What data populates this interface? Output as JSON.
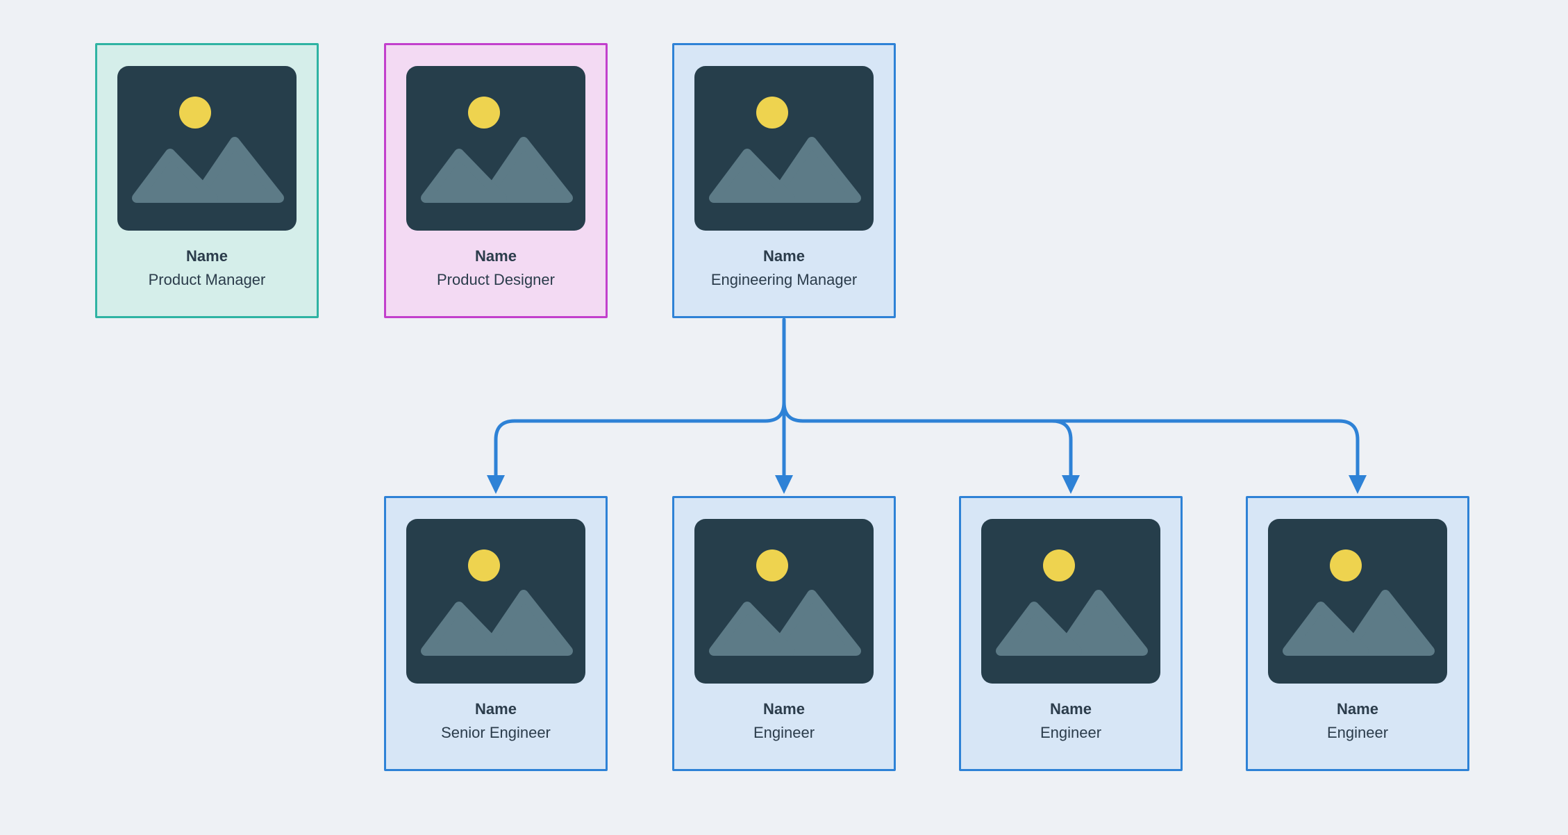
{
  "diagram": {
    "type": "org-chart",
    "background_color": "#eef1f5",
    "connector_color": "#2e82d6",
    "text_color": "#2b3c4b",
    "placeholder_icon": {
      "name": "image-placeholder-icon",
      "panel_color": "#263e4b",
      "sun_color": "#eed34f",
      "mountain_color": "#5d7b87"
    },
    "cards": [
      {
        "name": "Name",
        "role": "Product Manager",
        "accent": "#2fb3a3",
        "fill": "#d5eeea"
      },
      {
        "name": "Name",
        "role": "Product Designer",
        "accent": "#c240cc",
        "fill": "#f3daf3"
      },
      {
        "name": "Name",
        "role": "Engineering Manager",
        "accent": "#2e82d6",
        "fill": "#d7e6f6"
      },
      {
        "name": "Name",
        "role": "Senior Engineer",
        "accent": "#2e82d6",
        "fill": "#d7e6f6"
      },
      {
        "name": "Name",
        "role": "Engineer",
        "accent": "#2e82d6",
        "fill": "#d7e6f6"
      },
      {
        "name": "Name",
        "role": "Engineer",
        "accent": "#2e82d6",
        "fill": "#d7e6f6"
      },
      {
        "name": "Name",
        "role": "Engineer",
        "accent": "#2e82d6",
        "fill": "#d7e6f6"
      }
    ],
    "edges": [
      {
        "from": "Engineering Manager",
        "to": "Senior Engineer"
      },
      {
        "from": "Engineering Manager",
        "to": "Engineer"
      },
      {
        "from": "Engineering Manager",
        "to": "Engineer"
      },
      {
        "from": "Engineering Manager",
        "to": "Engineer"
      }
    ]
  }
}
